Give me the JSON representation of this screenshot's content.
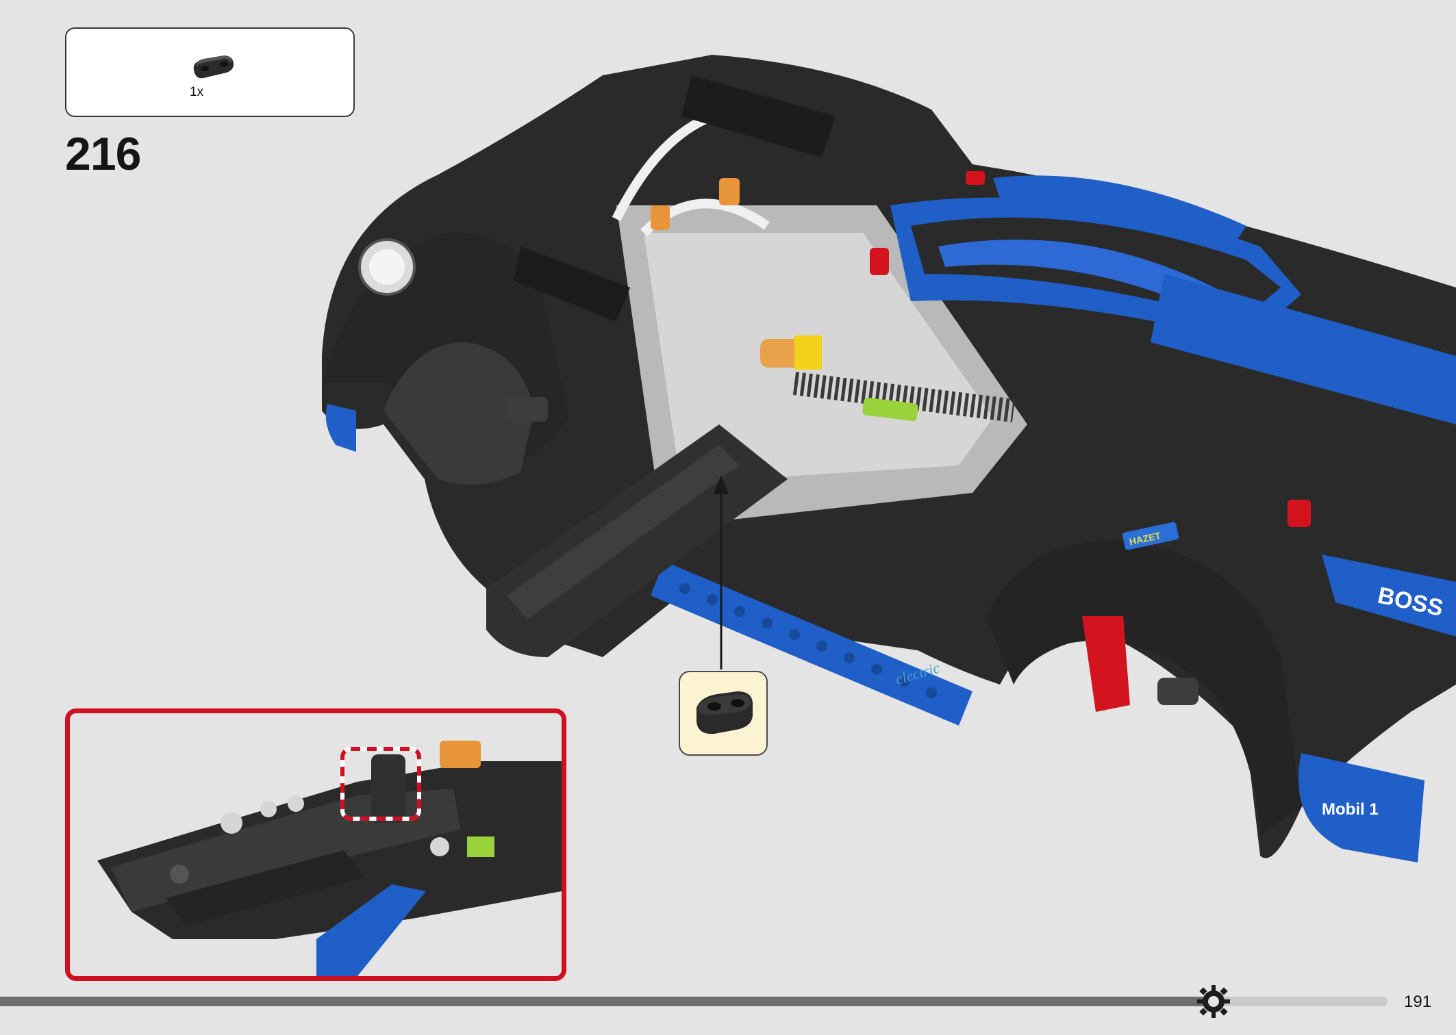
{
  "step": {
    "number": "216",
    "parts": [
      {
        "quantity": "1x",
        "icon": "technic-connector-icon"
      }
    ]
  },
  "callout": {
    "icon": "technic-connector-icon"
  },
  "decals": {
    "boss": "BOSS",
    "mobil": "Mobil 1",
    "hazet": "HAZET",
    "electric": "electric"
  },
  "footer": {
    "page_number": "191",
    "progress": 0.87,
    "progress_icon": "gear-icon"
  },
  "colors": {
    "background": "#e4e4e4",
    "zoom_border": "#d01020",
    "callout_bg": "#fbf3d2",
    "model_dark": "#2a2a2a",
    "model_blue": "#1f5fc7",
    "progress_track": "#c9c9c9",
    "progress_fill": "#6e6e6e"
  }
}
